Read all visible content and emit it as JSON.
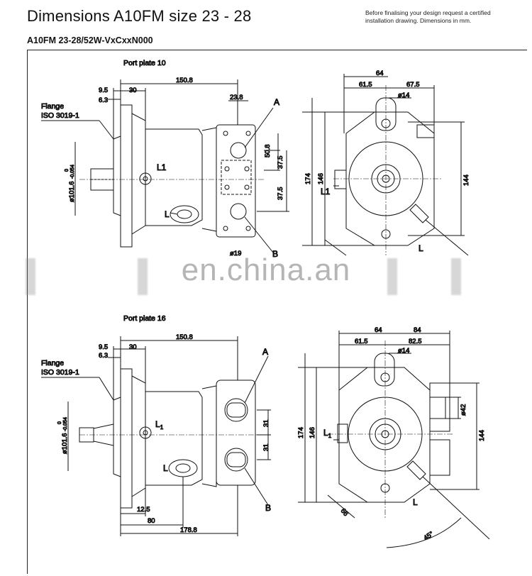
{
  "header": {
    "title": "Dimensions A10FM size 23 - 28",
    "note_line1": "Before finalising your design request a certified",
    "note_line2": "installation drawing. Dimensions in mm.",
    "model": "A10FM 23-28/52W-VxCxxN000"
  },
  "watermark": "en.china.an",
  "top": {
    "port_plate": "Port plate 10",
    "side": {
      "d150_8": "150.8",
      "d30": "30",
      "d9_5": "9.5",
      "d6_3": "6.3",
      "d23_8": "23.8",
      "d50_8": "50.8",
      "d37_5a": "37.5",
      "d37_5b": "37.5",
      "flange1": "Flange",
      "flange2": "ISO 3019-1",
      "dia": "ø101.6",
      "tol_up": "0",
      "tol_dn": "-0.054",
      "L1": "L1",
      "L": "L",
      "A": "A",
      "B": "B",
      "d19": "ø19"
    },
    "front": {
      "d64": "64",
      "d61_5": "61.5",
      "d67_5": "67.5",
      "d14": "ø14",
      "d174": "174",
      "d146": "146",
      "d144": "144",
      "L1": "L1",
      "L": "L"
    }
  },
  "bottom": {
    "port_plate": "Port plate 16",
    "side": {
      "d150_8": "150.8",
      "d30": "30",
      "d9_5": "9.5",
      "d6_3": "6.3",
      "d31a": "31",
      "d31b": "31",
      "flange1": "Flange",
      "flange2": "ISO 3019-1",
      "dia": "ø101.6",
      "tol_up": "0",
      "tol_dn": "-0.054",
      "L1": "L",
      "L1sub": "1",
      "L": "L",
      "A": "A",
      "B": "B",
      "d12_5": "12.5",
      "d80": "80",
      "d178_8": "178.8"
    },
    "front": {
      "d64": "64",
      "d84": "84",
      "d61_5": "61.5",
      "d82_5": "82.5",
      "d14": "ø14",
      "d174": "174",
      "d146": "146",
      "d144": "144",
      "d42": "ø42",
      "L1": "L",
      "L1sub": "1",
      "L": "L",
      "d66": "66",
      "d45": "45°"
    }
  }
}
